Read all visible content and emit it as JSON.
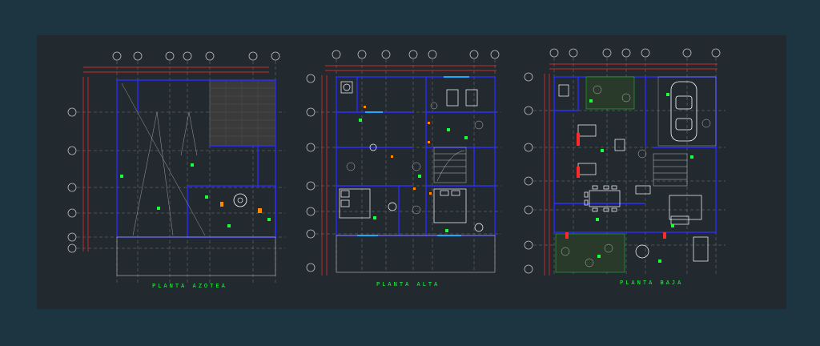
{
  "titles": {
    "azotea": "PLANTA AZOTEA",
    "alta": "PLANTA ALTA",
    "baja": "PLANTA BAJA"
  },
  "colors": {
    "background": "#1c3540",
    "canvas": "#232a2f",
    "walls": "#2c2cff",
    "dimension": "#ff2a2a",
    "text": "#19ff3a",
    "furniture": "#ffffff",
    "grid": "#bdbdbd",
    "door": "#ff8a00",
    "glass": "#1fa8ff"
  },
  "icons": [
    "grid-axis-bubble",
    "column-marker",
    "door-swing",
    "tree-symbol",
    "car-symbol",
    "bed-symbol",
    "dining-table-symbol"
  ]
}
